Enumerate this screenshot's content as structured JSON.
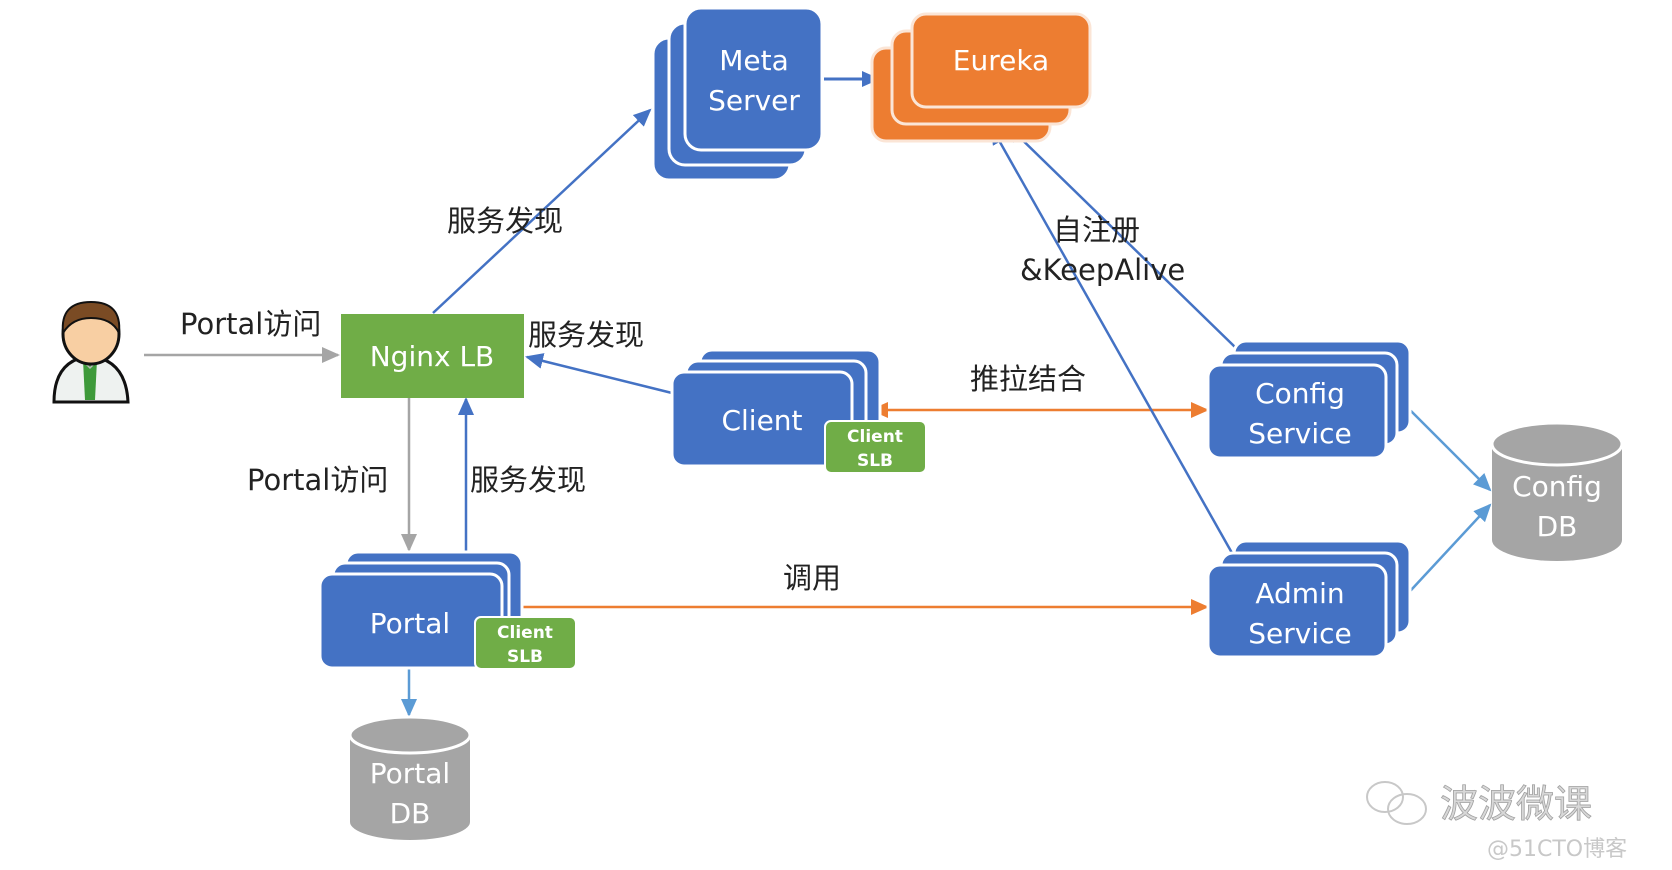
{
  "colors": {
    "blue": "#4472c4",
    "orange": "#ed7d31",
    "green": "#70ad47",
    "gray": "#a5a5a5",
    "arrow_blue": "#4472c4",
    "arrow_lightblue": "#5b9bd5",
    "arrow_gray": "#a5a5a5",
    "arrow_orange": "#ed7d31"
  },
  "nodes": {
    "user": {
      "label": "User"
    },
    "nginx_lb": {
      "label": "Nginx LB"
    },
    "meta_server": {
      "line1": "Meta",
      "line2": "Server"
    },
    "eureka": {
      "label": "Eureka"
    },
    "client": {
      "label": "Client"
    },
    "client_slb": {
      "line1": "Client",
      "line2": "SLB"
    },
    "portal": {
      "label": "Portal"
    },
    "portal_slb": {
      "line1": "Client",
      "line2": "SLB"
    },
    "config_service": {
      "line1": "Config",
      "line2": "Service"
    },
    "admin_service": {
      "line1": "Admin",
      "line2": "Service"
    },
    "config_db": {
      "line1": "Config",
      "line2": "DB"
    },
    "portal_db": {
      "line1": "Portal",
      "line2": "DB"
    }
  },
  "edge_labels": {
    "user_to_nginx": "Portal访问",
    "nginx_to_meta": "服务发现",
    "client_to_nginx": "服务发现",
    "nginx_to_portal": "Portal访问",
    "portal_to_nginx": "服务发现",
    "client_config": "推拉结合",
    "portal_admin": "调用",
    "register_line1": "自注册",
    "register_line2": "&KeepAlive"
  },
  "watermark": {
    "brand": "波波微课",
    "source": "@51CTO博客"
  }
}
